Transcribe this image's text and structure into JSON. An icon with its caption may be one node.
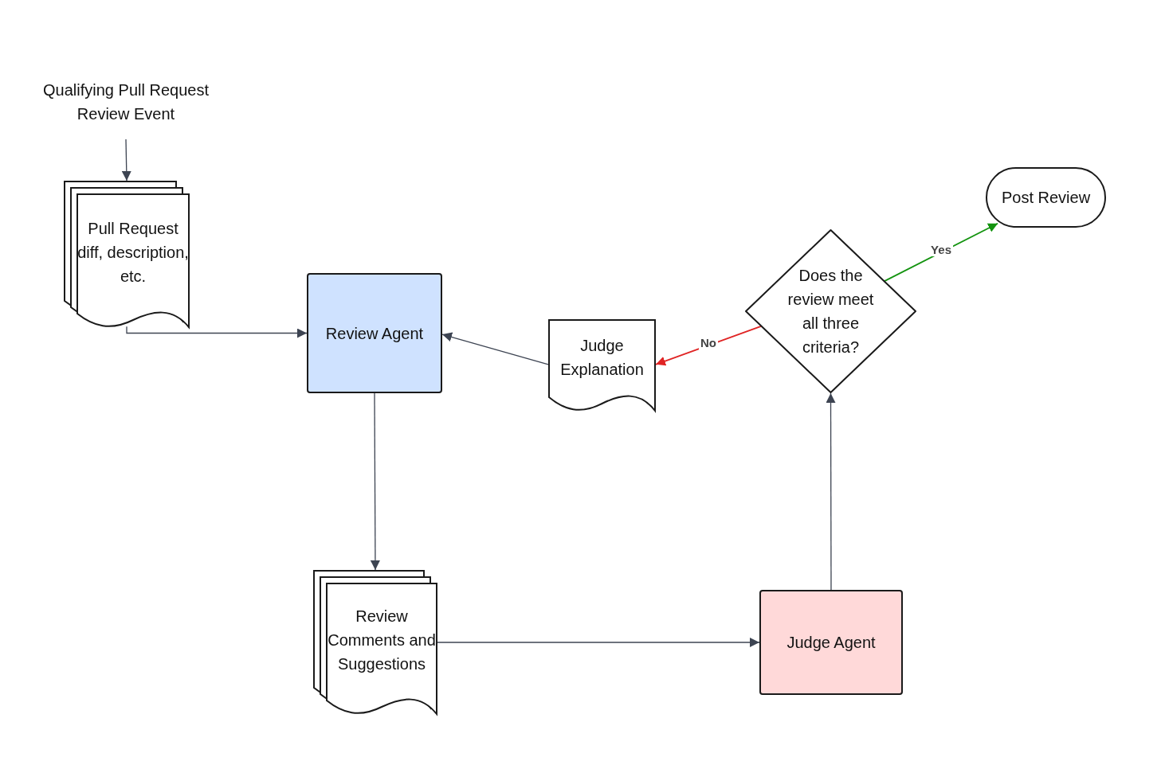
{
  "diagram": {
    "nodes": [
      {
        "text": [
          "Qualifying Pull Request Review Event"
        ]
      },
      {
        "text": [
          "Pull Request diff, description, etc."
        ]
      },
      {
        "text": [
          "Review Agent"
        ]
      },
      {
        "text": [
          "Judge Explanation"
        ]
      },
      {
        "text": [
          "Does the review meet all three criteria?"
        ]
      },
      {
        "text": [
          "Post Review"
        ]
      },
      {
        "text": [
          "Review Comments and Suggestions"
        ]
      },
      {
        "text": [
          "Judge Agent"
        ]
      }
    ],
    "edges": [
      {
        "from": 0,
        "to": 1,
        "arrow": "to"
      },
      {
        "from": 1,
        "to": 2,
        "arrow": "to"
      },
      {
        "from": 3,
        "to": 2,
        "arrow": "to"
      },
      {
        "from": 4,
        "to": 3,
        "arrow": "to",
        "label": "No",
        "color": "#e02424"
      },
      {
        "from": 4,
        "to": 5,
        "arrow": "to",
        "label": "Yes",
        "color": "#13930f"
      },
      {
        "from": 2,
        "to": 6,
        "arrow": "to"
      },
      {
        "from": 6,
        "to": 7,
        "arrow": "to"
      },
      {
        "from": 7,
        "to": 4,
        "arrow": "to"
      }
    ]
  }
}
